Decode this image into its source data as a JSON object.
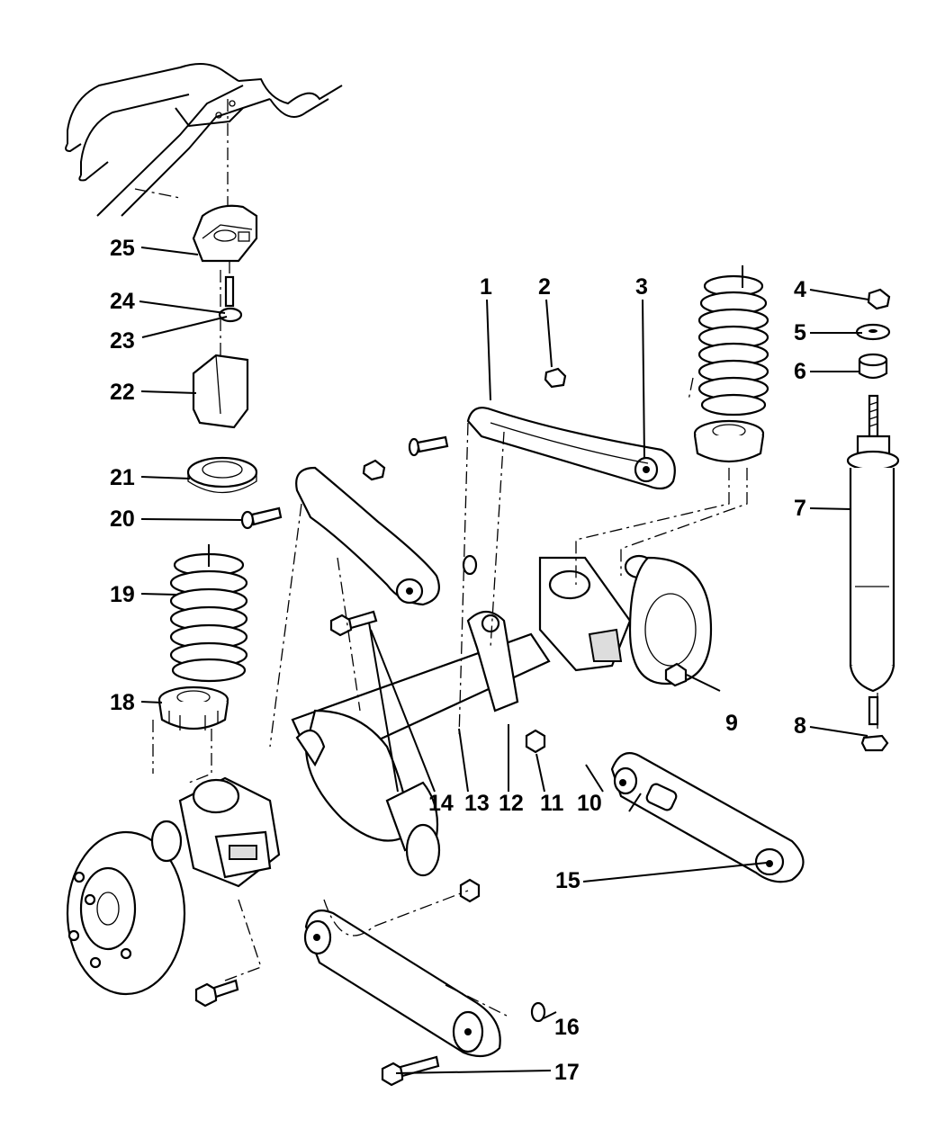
{
  "diagram": {
    "type": "exploded-parts-diagram",
    "subject": "front suspension",
    "callouts": [
      {
        "id": "1",
        "label": "1"
      },
      {
        "id": "2",
        "label": "2"
      },
      {
        "id": "3",
        "label": "3"
      },
      {
        "id": "4",
        "label": "4"
      },
      {
        "id": "5",
        "label": "5"
      },
      {
        "id": "6",
        "label": "6"
      },
      {
        "id": "7",
        "label": "7"
      },
      {
        "id": "8",
        "label": "8"
      },
      {
        "id": "9",
        "label": "9"
      },
      {
        "id": "10",
        "label": "10"
      },
      {
        "id": "11",
        "label": "11"
      },
      {
        "id": "12",
        "label": "12"
      },
      {
        "id": "13",
        "label": "13"
      },
      {
        "id": "14",
        "label": "14"
      },
      {
        "id": "15",
        "label": "15"
      },
      {
        "id": "16",
        "label": "16"
      },
      {
        "id": "17",
        "label": "17"
      },
      {
        "id": "18",
        "label": "18"
      },
      {
        "id": "19",
        "label": "19"
      },
      {
        "id": "20",
        "label": "20"
      },
      {
        "id": "21",
        "label": "21"
      },
      {
        "id": "22",
        "label": "22"
      },
      {
        "id": "23",
        "label": "23"
      },
      {
        "id": "24",
        "label": "24"
      },
      {
        "id": "25",
        "label": "25"
      }
    ]
  }
}
